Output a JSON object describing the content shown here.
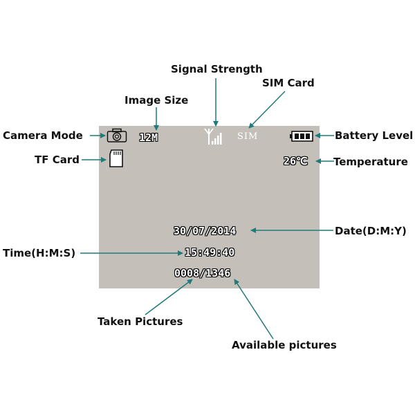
{
  "colors": {
    "screen_bg": "#c4bfb9",
    "arrow": "#1f7a7a",
    "label_text": "#111111",
    "osd_text": "#ffffff"
  },
  "labels": {
    "signal_strength": "Signal Strength",
    "sim_card": "SIM Card",
    "image_size": "Image Size",
    "camera_mode": "Camera Mode",
    "tf_card": "TF Card",
    "battery_level": "Battery Level",
    "temperature": "Temperature",
    "date": "Date(D:M:Y)",
    "time": "Time(H:M:S)",
    "taken_pictures": "Taken Pictures",
    "available_pictures": "Available pictures"
  },
  "screen": {
    "image_size": "12M",
    "sim": "SIM",
    "temperature": "26℃",
    "date": "30/07/2014",
    "time": "15:49:40",
    "picture_counter": "0008/1346",
    "icons": {
      "camera_mode": "camera-icon",
      "tf_card": "sd-card-icon",
      "signal": "signal-antenna-icon",
      "battery": "battery-icon"
    }
  }
}
